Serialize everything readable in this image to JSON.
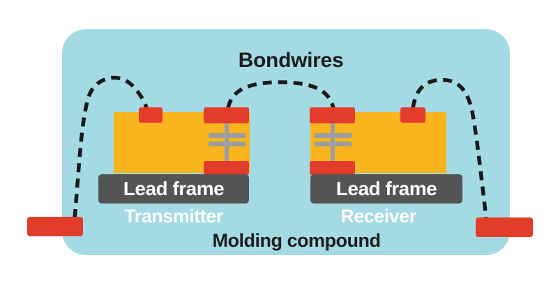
{
  "diagram": {
    "title": "Bondwires",
    "compound_label": "Molding compound",
    "transmitter": {
      "name": "Transmitter",
      "leadframe_label": "Lead frame"
    },
    "receiver": {
      "name": "Receiver",
      "leadframe_label": "Lead frame"
    }
  },
  "colors": {
    "page": "#FFFFFF",
    "compound": "#A4DAE3",
    "chip": "#F9B41E",
    "pad": "#E23C2B",
    "leadframe": "#545457",
    "plate": "#9B9DA0",
    "wire": "#1A1A1A",
    "ink": "#1E1E1E",
    "light_text": "#FDFDFD"
  }
}
